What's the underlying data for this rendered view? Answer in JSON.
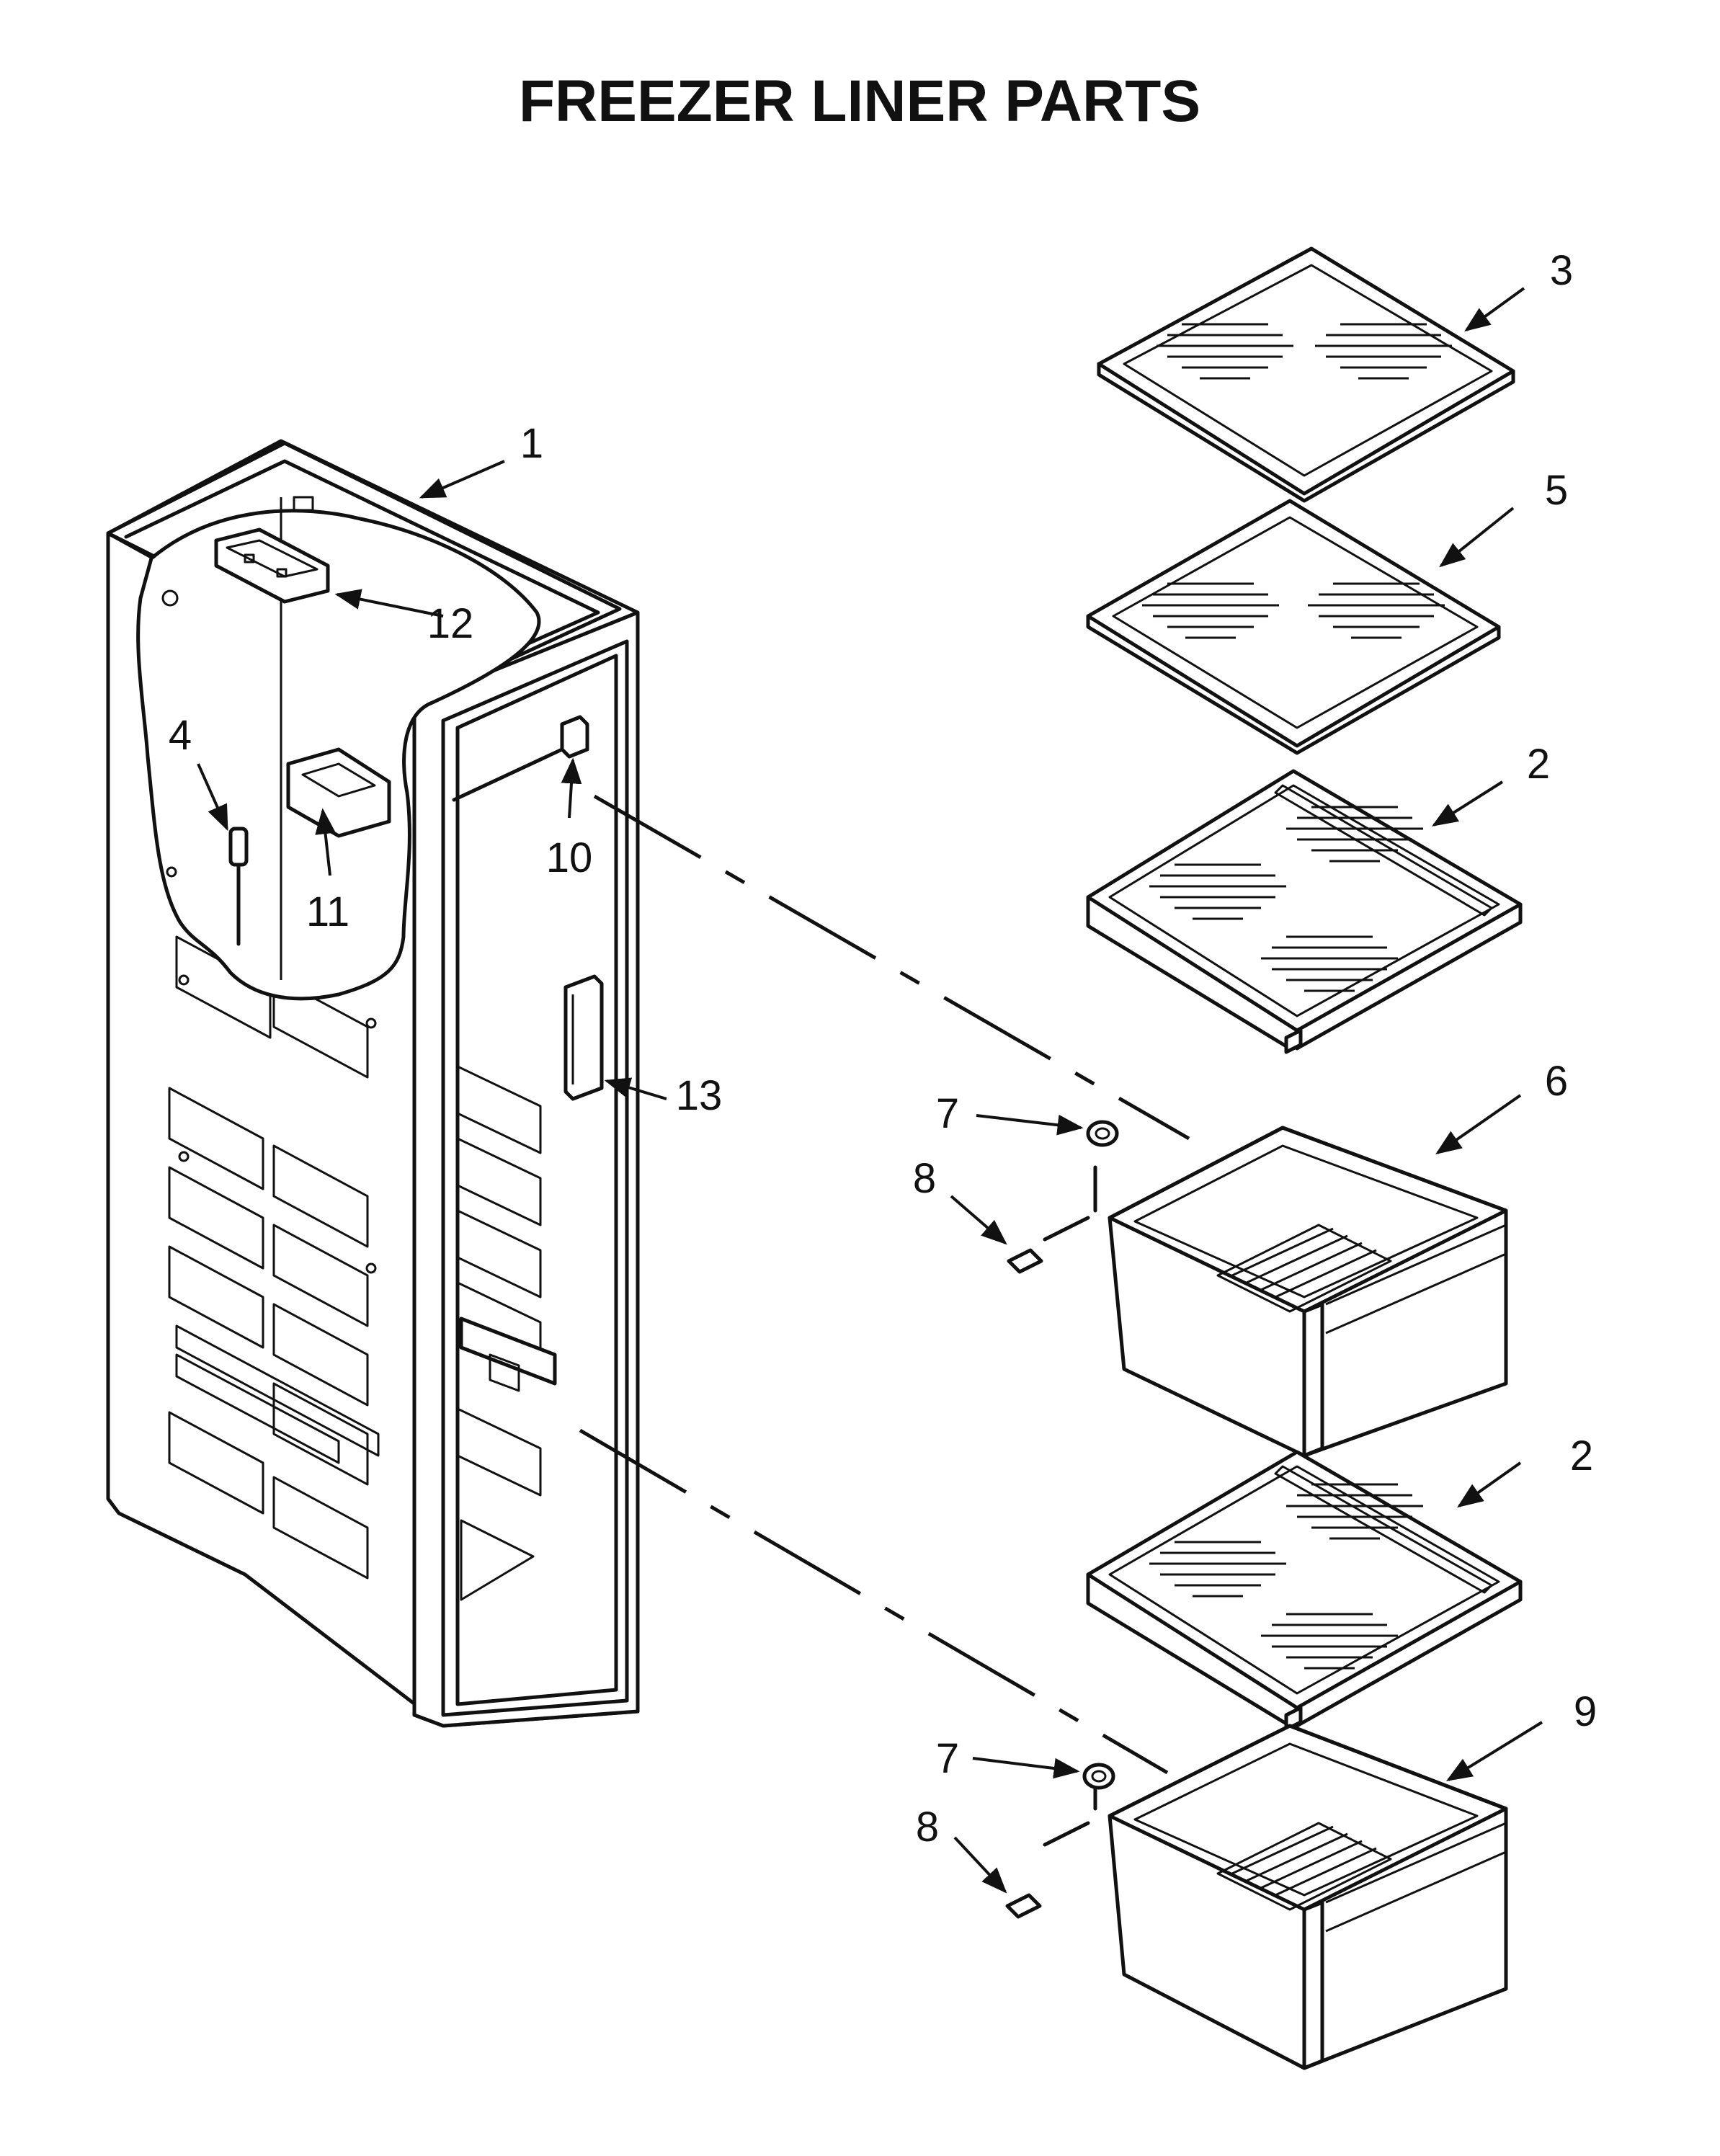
{
  "title": "FREEZER LINER PARTS",
  "callouts": [
    {
      "key": "c1",
      "label": "1"
    },
    {
      "key": "c2a",
      "label": "2"
    },
    {
      "key": "c2b",
      "label": "2"
    },
    {
      "key": "c3",
      "label": "3"
    },
    {
      "key": "c4",
      "label": "4"
    },
    {
      "key": "c5",
      "label": "5"
    },
    {
      "key": "c6",
      "label": "6"
    },
    {
      "key": "c7a",
      "label": "7"
    },
    {
      "key": "c7b",
      "label": "7"
    },
    {
      "key": "c8a",
      "label": "8"
    },
    {
      "key": "c8b",
      "label": "8"
    },
    {
      "key": "c9",
      "label": "9"
    },
    {
      "key": "c10",
      "label": "10"
    },
    {
      "key": "c11",
      "label": "11"
    },
    {
      "key": "c12",
      "label": "12"
    },
    {
      "key": "c13",
      "label": "13"
    }
  ]
}
